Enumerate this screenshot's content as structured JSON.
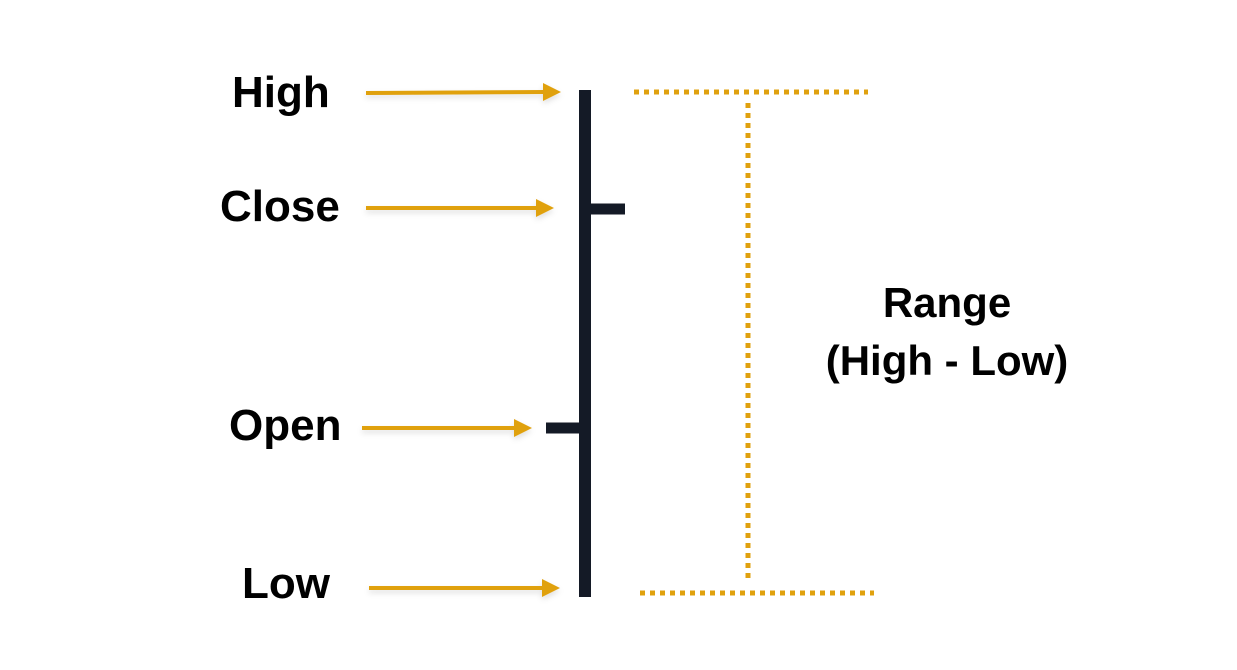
{
  "labels": {
    "high": "High",
    "close": "Close",
    "open": "Open",
    "low": "Low"
  },
  "range": {
    "line1": "Range",
    "line2": "(High - Low)"
  },
  "colors": {
    "bar": "#141a26",
    "arrow": "#e0a10e",
    "range_line": "#e0a10e",
    "text": "#000000",
    "background": "#ffffff"
  }
}
